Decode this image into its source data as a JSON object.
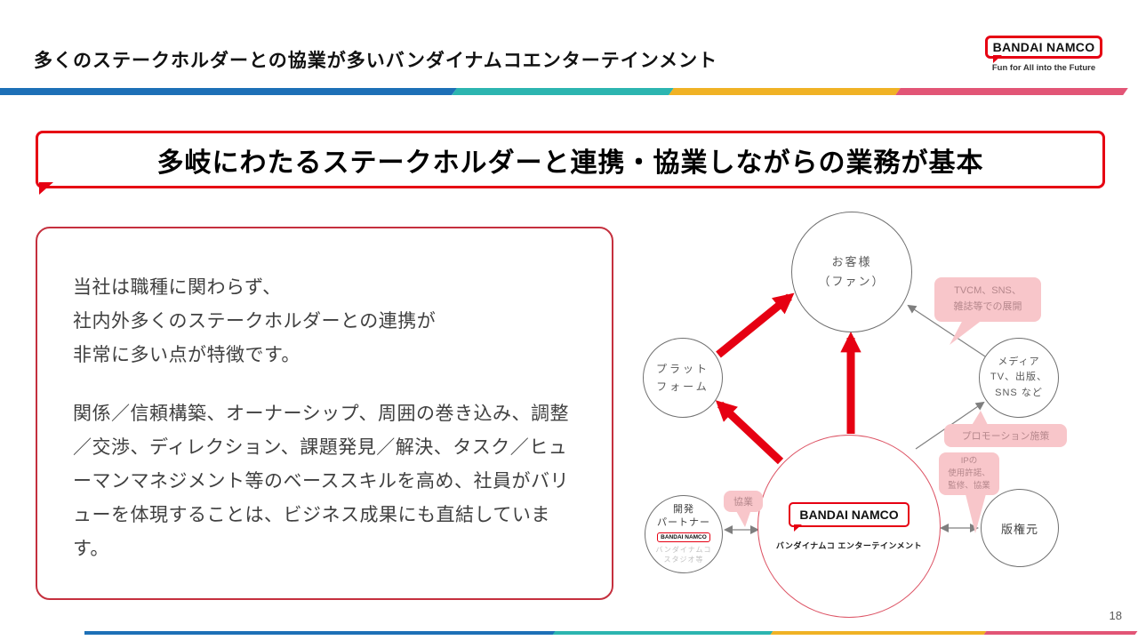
{
  "header": {
    "title": "多くのステークホルダーとの協業が多いバンダイナムコエンターテインメント"
  },
  "logo": {
    "wordmark": "BANDAI NAMCO",
    "tagline": "Fun for All into the Future"
  },
  "main_title": "多岐にわたるステークホルダーと連携・協業しながらの業務が基本",
  "description": {
    "paragraph1": "当社は職種に関わらず、\n社内外多くのステークホルダーとの連携が\n非常に多い点が特徴です。",
    "paragraph2": "関係／信頼構築、オーナーシップ、周囲の巻き込み、調整／交渉、ディレクション、課題発見／解決、タスク／ヒューマンマネジメント等のベーススキルを高め、社員がバリューを体現することは、ビジネス成果にも直結しています。"
  },
  "diagram": {
    "customer": {
      "label": "お客様\n（ファン）"
    },
    "platform": {
      "label": "プラット\nフォーム"
    },
    "media": {
      "label": "メディア\nTV、出版、\nSNS など"
    },
    "dev_partner": {
      "label": "開発\nパートナー",
      "logo": "BANDAI NAMCO",
      "sublabel": "バンダイナムコ\nスタジオ等"
    },
    "rights_holder": {
      "label": "版権元"
    },
    "center": {
      "logo": "BANDAI NAMCO",
      "label": "バンダイナムコ エンターテインメント"
    },
    "callouts": {
      "media_to_customer": "TVCM、SNS、\n雑誌等での展開",
      "promotion": "プロモーション施策",
      "ip": "IPの\n使用許諾、\n監修、協業",
      "collaboration": "協業"
    }
  },
  "page_number": "18",
  "colors": {
    "brand_red": "#e60012",
    "center_circle_red": "#dd5566",
    "stripe_blue": "#1d70b7",
    "stripe_teal": "#2cb5b0",
    "stripe_yellow": "#f0b225",
    "stripe_pink": "#e25576",
    "callout_pink_bg": "#f8c6ca",
    "callout_text": "#b5878c",
    "line_gray": "#7f7f7f"
  }
}
